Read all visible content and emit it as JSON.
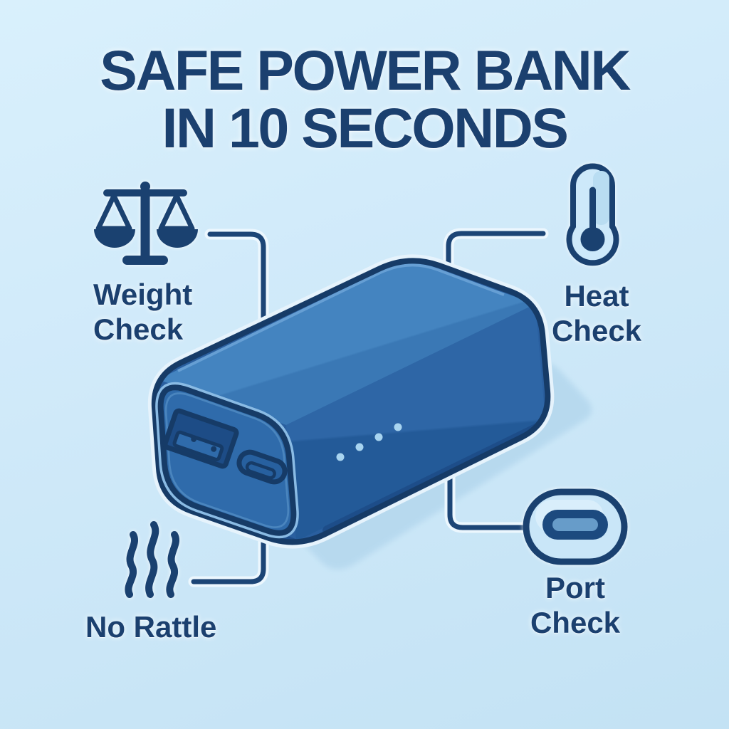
{
  "title": {
    "line1": "SAFE POWER BANK",
    "line2": "IN 10 SECONDS"
  },
  "callouts": [
    {
      "id": "weight-check",
      "icon": "balance-scale-icon",
      "line1": "Weight",
      "line2": "Check"
    },
    {
      "id": "heat-check",
      "icon": "thermometer-icon",
      "line1": "Heat",
      "line2": "Check"
    },
    {
      "id": "no-rattle",
      "icon": "shake-waves-icon",
      "line1": "No Rattle",
      "line2": ""
    },
    {
      "id": "port-check",
      "icon": "usb-c-port-icon",
      "line1": "Port",
      "line2": "Check"
    }
  ],
  "illustration": {
    "subject": "power-bank",
    "front_ports": [
      "usb-a",
      "usb-c"
    ],
    "led_indicator_count": 4
  },
  "colors": {
    "background": "#cfe9f9",
    "ink": "#1b406f",
    "outline": "#163b67",
    "powerbank_top": "#4484c0",
    "powerbank_top_shade": "#3a78b5",
    "powerbank_side": "#2e66a6",
    "powerbank_side_shade": "#235a98",
    "powerbank_front": "#2f6bab",
    "led_dot": "#a8d4f0",
    "shadow": "#b5d8ee",
    "connector": "#1c4576",
    "port_icon_fill": "#c9e6f8",
    "port_icon_pill": "#1c4a7f",
    "port_icon_slot": "#679cc9",
    "thermometer_fill": "#cde9fa"
  }
}
